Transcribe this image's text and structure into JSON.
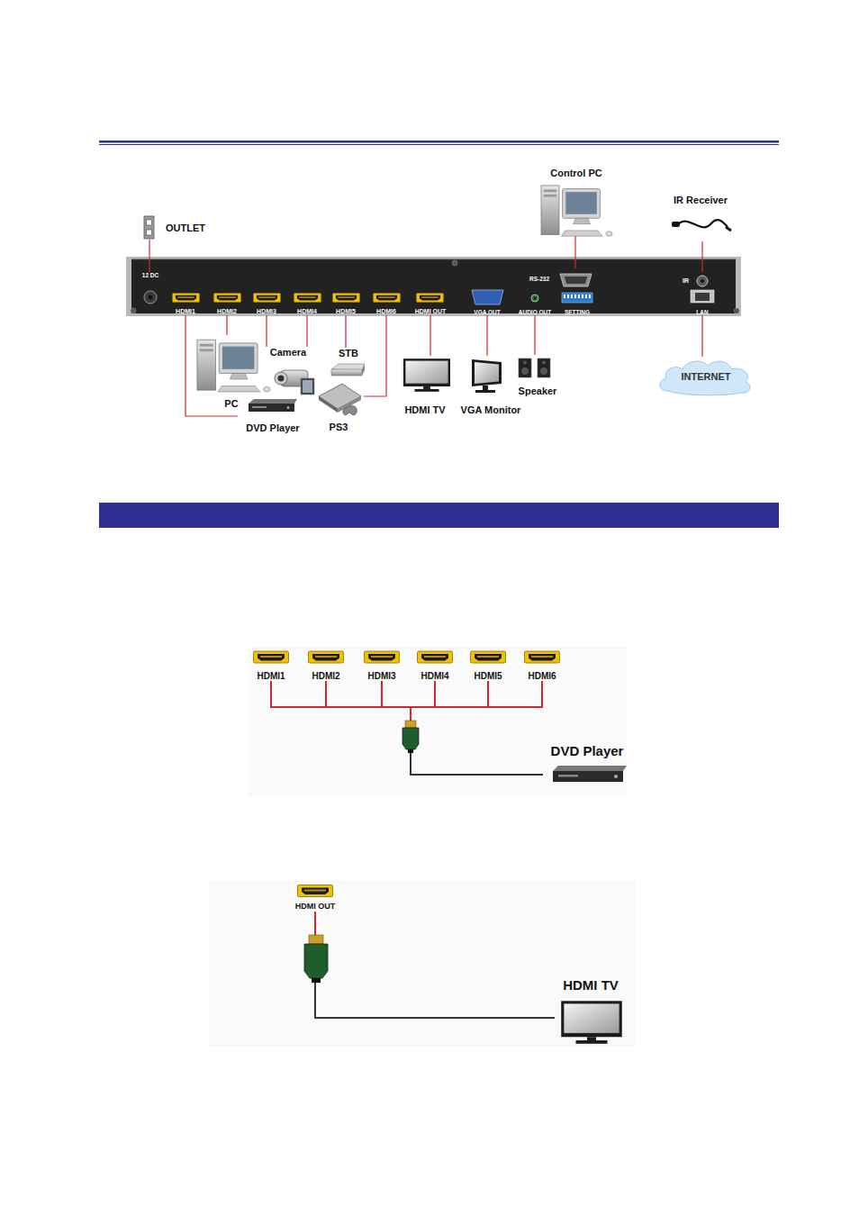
{
  "diagram": {
    "nodes": [
      {
        "text": [
          "OUTLET"
        ]
      },
      {
        "text": [
          "12 DC"
        ]
      },
      {
        "text": [
          "HDMI1"
        ]
      },
      {
        "text": [
          "HDMI2"
        ]
      },
      {
        "text": [
          "HDMI3"
        ]
      },
      {
        "text": [
          "HDMI4"
        ]
      },
      {
        "text": [
          "HDMI5"
        ]
      },
      {
        "text": [
          "HDMI6"
        ]
      },
      {
        "text": [
          "HDMI OUT"
        ]
      },
      {
        "text": [
          "VGA OUT"
        ]
      },
      {
        "text": [
          "AUDIO OUT"
        ]
      },
      {
        "text": [
          "SETTING"
        ]
      },
      {
        "text": [
          "RS-232"
        ]
      },
      {
        "text": [
          "IR"
        ]
      },
      {
        "text": [
          "LAN"
        ]
      },
      {
        "text": [
          "Control PC"
        ]
      },
      {
        "text": [
          "IR Receiver"
        ]
      },
      {
        "text": [
          "PC"
        ]
      },
      {
        "text": [
          "Camera"
        ]
      },
      {
        "text": [
          "STB"
        ]
      },
      {
        "text": [
          "DVD Player"
        ]
      },
      {
        "text": [
          "PS3"
        ]
      },
      {
        "text": [
          "HDMI TV"
        ]
      },
      {
        "text": [
          "VGA Monitor"
        ]
      },
      {
        "text": [
          "Speaker"
        ]
      },
      {
        "text": [
          "INTERNET"
        ]
      },
      {
        "text": [
          "HDMI1"
        ]
      },
      {
        "text": [
          "HDMI2"
        ]
      },
      {
        "text": [
          "HDMI3"
        ]
      },
      {
        "text": [
          "HDMI4"
        ]
      },
      {
        "text": [
          "HDMI5"
        ]
      },
      {
        "text": [
          "HDMI6"
        ]
      },
      {
        "text": [
          "DVD Player"
        ]
      },
      {
        "text": [
          "HDMI OUT"
        ]
      },
      {
        "text": [
          "HDMI TV"
        ]
      }
    ],
    "edges": [
      {
        "from": 0,
        "to": 1,
        "arrow": "none"
      },
      {
        "from": 2,
        "to": 20,
        "arrow": "none"
      },
      {
        "from": 3,
        "to": 17,
        "arrow": "none"
      },
      {
        "from": 4,
        "to": 18,
        "arrow": "none"
      },
      {
        "from": 5,
        "to": 18,
        "arrow": "none"
      },
      {
        "from": 6,
        "to": 19,
        "arrow": "none"
      },
      {
        "from": 7,
        "to": 21,
        "arrow": "none"
      },
      {
        "from": 8,
        "to": 22,
        "arrow": "none"
      },
      {
        "from": 9,
        "to": 23,
        "arrow": "none"
      },
      {
        "from": 10,
        "to": 24,
        "arrow": "none"
      },
      {
        "from": 15,
        "to": 12,
        "arrow": "none"
      },
      {
        "from": 16,
        "to": 13,
        "arrow": "none"
      },
      {
        "from": 14,
        "to": 25,
        "arrow": "none"
      },
      {
        "from": 26,
        "to": 32,
        "arrow": "none"
      },
      {
        "from": 27,
        "to": 32,
        "arrow": "none"
      },
      {
        "from": 28,
        "to": 32,
        "arrow": "none"
      },
      {
        "from": 29,
        "to": 32,
        "arrow": "none"
      },
      {
        "from": 30,
        "to": 32,
        "arrow": "none"
      },
      {
        "from": 31,
        "to": 32,
        "arrow": "none"
      },
      {
        "from": 33,
        "to": 34,
        "arrow": "none"
      }
    ]
  }
}
